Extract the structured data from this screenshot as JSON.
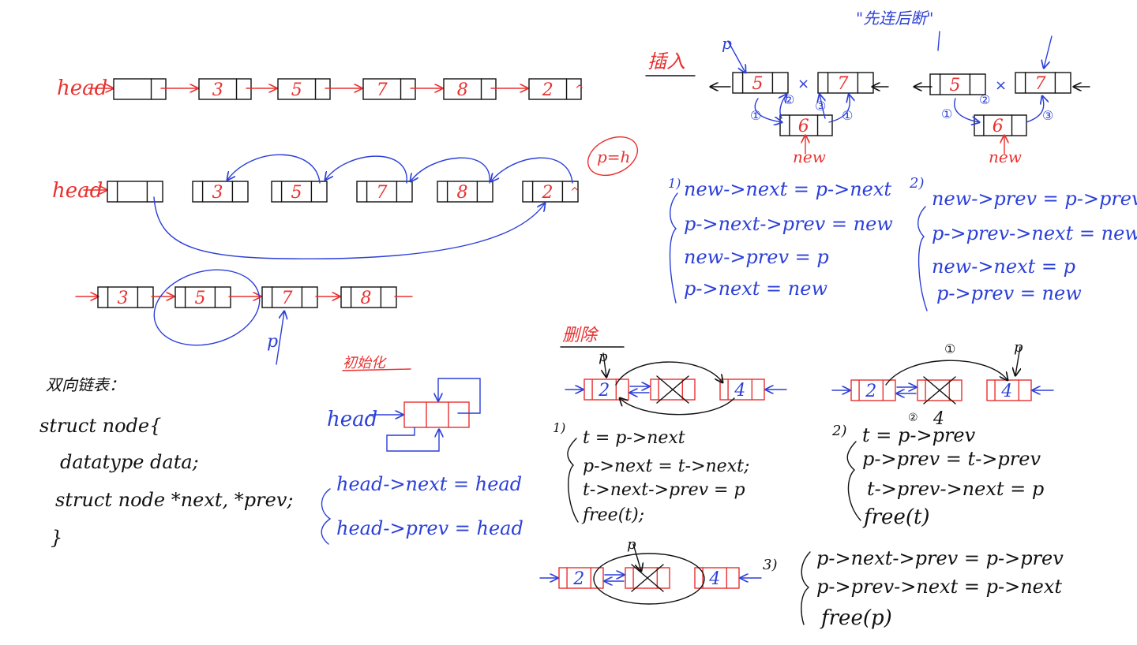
{
  "colors": {
    "red": "#e8312f",
    "blue": "#2b3fd8",
    "black": "#111111",
    "background": "#ffffff"
  },
  "text": {
    "head": "head",
    "head_blue": "head",
    "insert_title": "插入",
    "delete_title": "删除",
    "first_attach": "\"先连后断\"",
    "init_title": "初始化",
    "p_equals_h": "p=h",
    "new": "new",
    "p": "p",
    "one": "①",
    "two": "②",
    "three": "③",
    "step_1": "1)",
    "step_2": "2)",
    "step_3": "3)",
    "ins1": [
      "new->next = p->next",
      "p->next->prev = new",
      "new->prev = p",
      "p->next = new"
    ],
    "ins2": [
      "new->prev = p->prev",
      "p->prev->next = new",
      "new->next = p",
      "p->prev = new"
    ],
    "init_code": [
      "head->next = head",
      "head->prev = head"
    ],
    "del1": [
      "t = p->next",
      "p->next = t->next;",
      "t->next->prev = p",
      "free(t);"
    ],
    "del2": [
      "t = p->prev",
      "p->prev = t->prev",
      "t->prev->next = p",
      "free(t)"
    ],
    "del3": [
      "p->next->prev = p->prev",
      "p->prev->next = p->next",
      "free(p)"
    ],
    "struct_title": "双向链表：",
    "struct_code": [
      "struct node{",
      "datatype data;",
      "struct node *next, *prev;",
      "}"
    ]
  },
  "diagram": {
    "list1": [
      "",
      "3",
      "5",
      "7",
      "8",
      "2"
    ],
    "list2": [
      "",
      "3",
      "5",
      "7",
      "8",
      "2"
    ],
    "list3": [
      "3",
      "5",
      "7",
      "8"
    ],
    "insert_left": [
      "5",
      "7"
    ],
    "insert_new": "6",
    "insert_right": [
      "5",
      "7"
    ],
    "delete1": [
      "2",
      "",
      "4"
    ],
    "delete2": [
      "2",
      "",
      "4"
    ],
    "delete3": [
      "2",
      "",
      "4"
    ],
    "delete_extra": "4",
    "null_mark": "^"
  }
}
